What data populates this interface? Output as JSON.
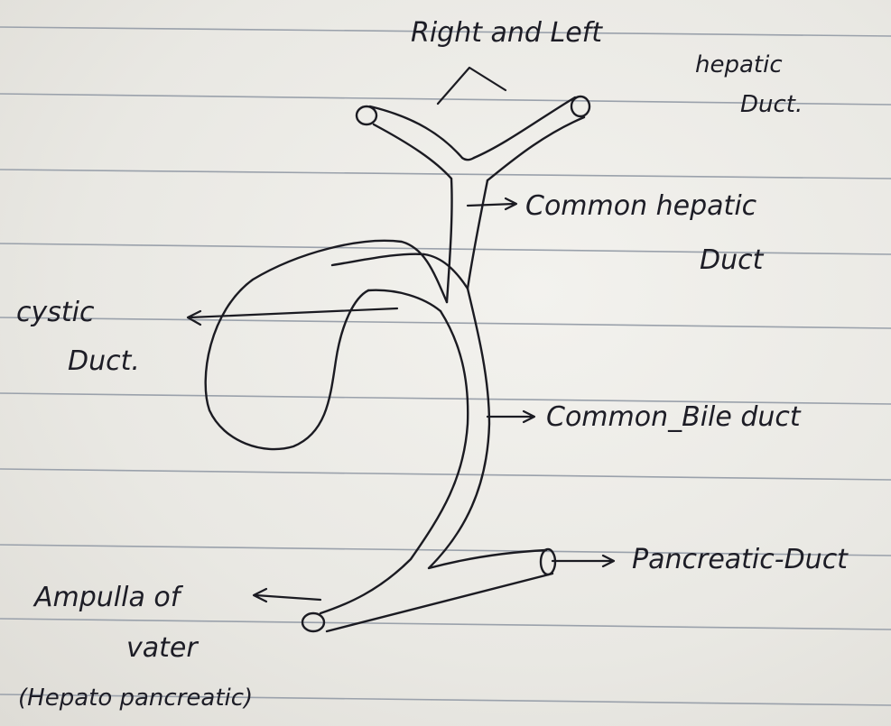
{
  "labels": {
    "right_left": "Right and Left",
    "hepatic": "hepatic",
    "duct_top": "Duct.",
    "common_hepatic": "Common hepatic",
    "common_hepatic_duct": "Duct",
    "cystic": "cystic",
    "cystic_duct": "Duct.",
    "common_bile": "Common_Bile duct",
    "pancreatic": "Pancreatic-Duct",
    "ampulla": "Ampulla of",
    "vater": "vater",
    "hepatopancreatic": "(Hepato pancreatic)"
  },
  "colors": {
    "ink": "#1b1b22",
    "paper": "#ecebe7",
    "rule_line": "#9aa1ab"
  }
}
